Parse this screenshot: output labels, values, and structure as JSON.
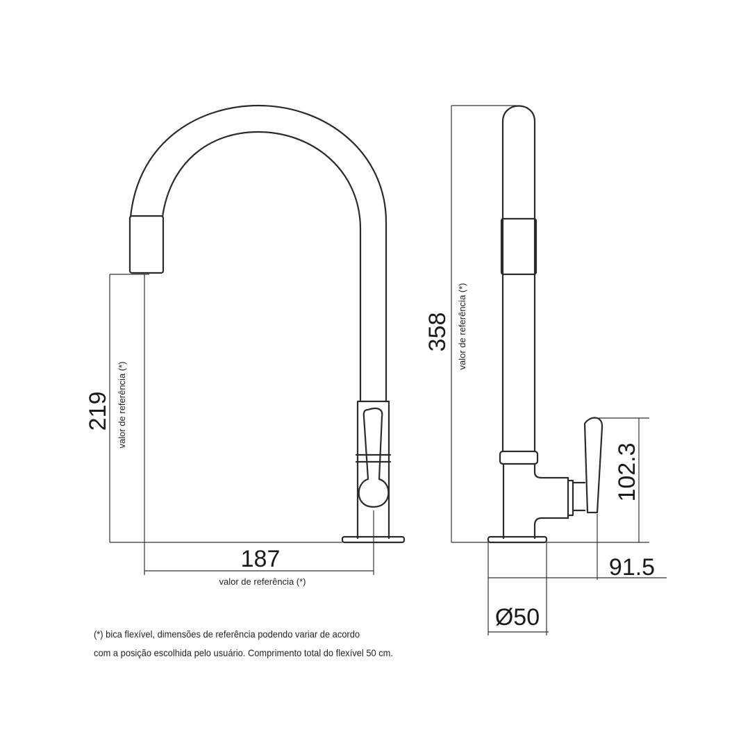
{
  "drawing": {
    "front_view": {
      "height_dim": "219",
      "height_note": "valor de referência (*)",
      "reach_dim": "187",
      "reach_note": "valor de referência (*)"
    },
    "side_view": {
      "height_dim": "358",
      "height_note": "valor de referência (*)",
      "handle_height_dim": "102.3",
      "depth_dim": "91.5",
      "base_diameter_dim": "Ø50"
    },
    "footnote": {
      "line1": "(*) bica flexível, dimensões de referência podendo variar de acordo",
      "line2": "com a posição escolhida pelo usuário. Comprimento total do flexível 50 cm."
    }
  }
}
